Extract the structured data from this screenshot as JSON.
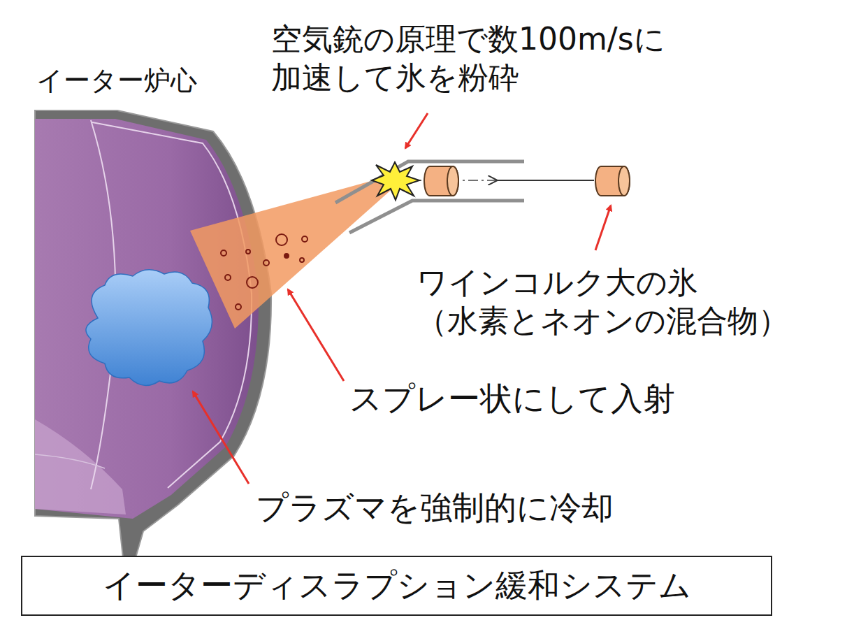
{
  "diagram": {
    "nodes": [
      {
        "text": [
          "イーターディスラプション緩和システム"
        ]
      }
    ],
    "labels": [
      "イーター炉心",
      "空気銃の原理で数100m/sに 加速して氷を粉砕",
      "ワインコルク大の氷 （水素とネオンの混合物）",
      "スプレー状にして入射",
      "プラズマを強制的に冷却"
    ]
  }
}
